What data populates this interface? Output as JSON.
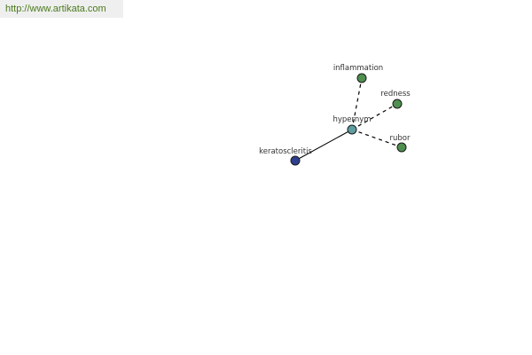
{
  "watermark": {
    "url": "http://www.artikata.com"
  },
  "graph": {
    "nodes": {
      "hypernym": {
        "label": "hypernym",
        "color": "#5f9ea0"
      },
      "keratoscleritis": {
        "label": "keratoscleritis",
        "color": "#2f3f8f"
      },
      "inflammation": {
        "label": "inflammation",
        "color": "#4f8f4f"
      },
      "redness": {
        "label": "redness",
        "color": "#4f8f4f"
      },
      "rubor": {
        "label": "rubor",
        "color": "#4f8f4f"
      }
    }
  }
}
